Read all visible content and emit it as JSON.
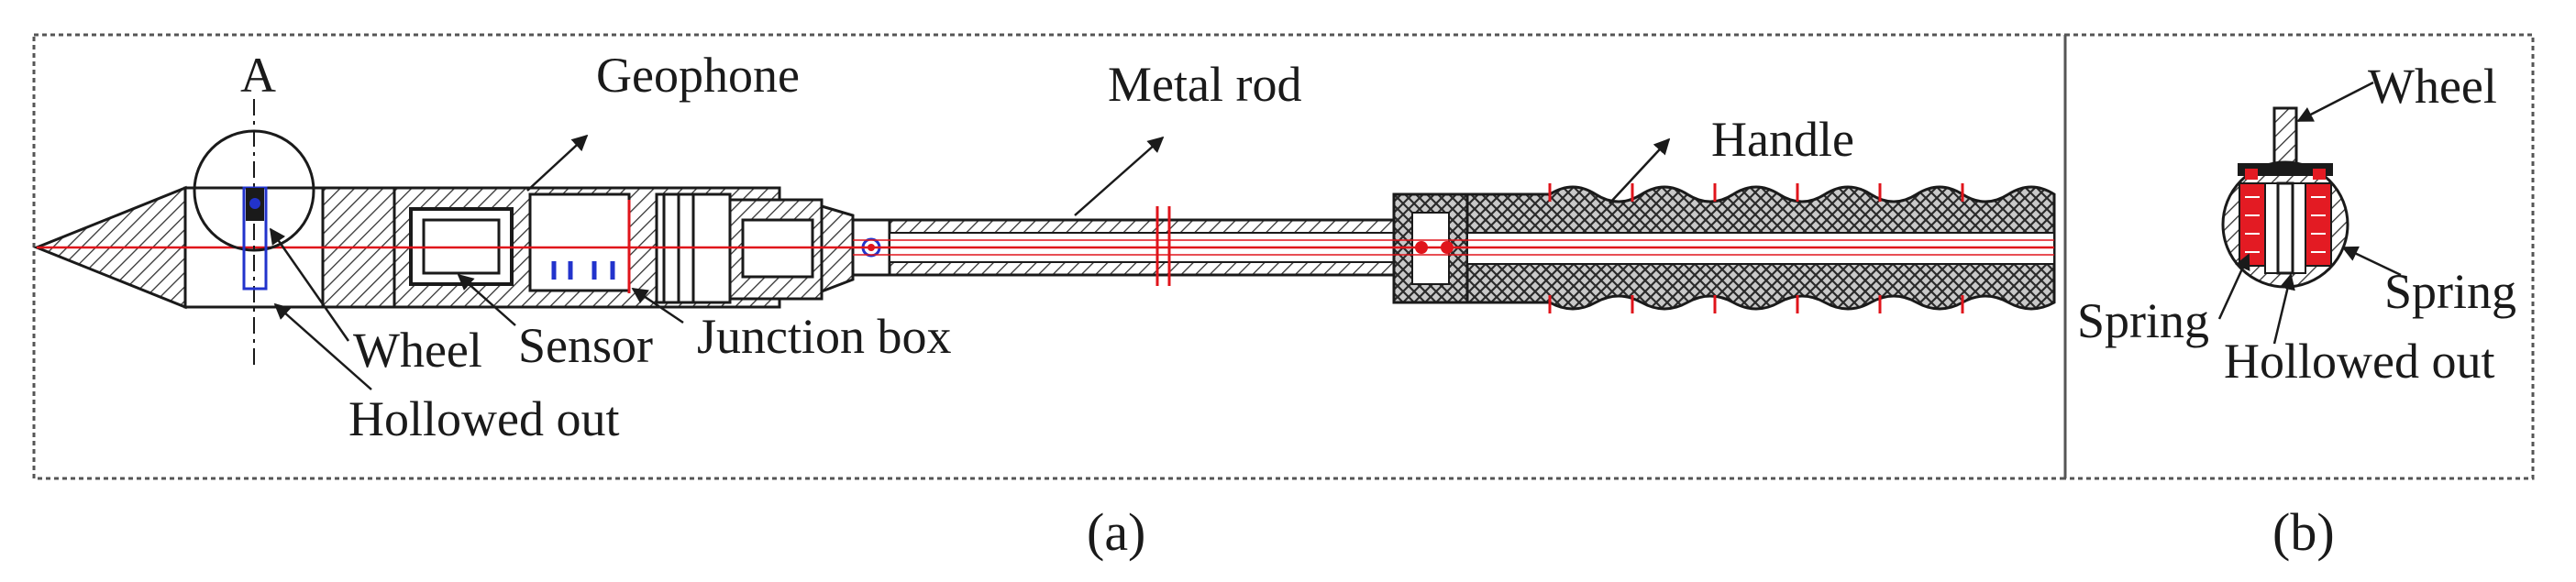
{
  "panels": [
    {
      "caption": "(a)"
    },
    {
      "caption": "(b)"
    }
  ],
  "panel_a": {
    "labels": {
      "detail_marker": "A",
      "geophone": "Geophone",
      "metal_rod": "Metal rod",
      "handle": "Handle",
      "wheel": "Wheel",
      "sensor": "Sensor",
      "junction_box": "Junction box",
      "hollowed_out": "Hollowed out"
    }
  },
  "panel_b": {
    "labels": {
      "wheel": "Wheel",
      "spring_left": "Spring",
      "spring_right": "Spring",
      "hollowed_out": "Hollowed out"
    }
  },
  "colors": {
    "line": "#1a1a1a",
    "axis_red": "#e0141b",
    "part_red": "#e31b23",
    "marker_blue": "#2233cc",
    "frame": "#555555"
  }
}
